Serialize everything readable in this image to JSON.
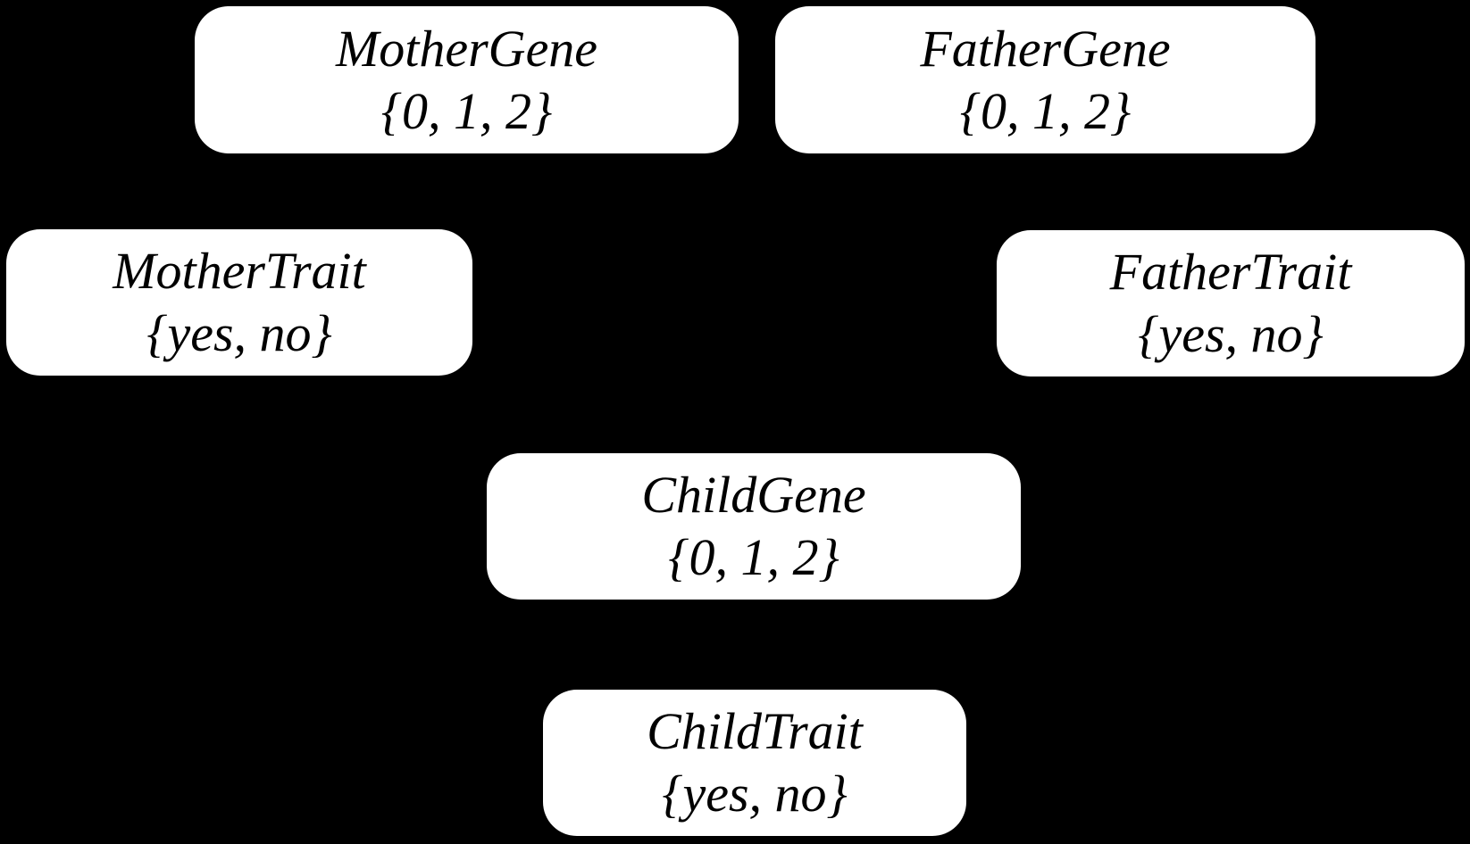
{
  "diagram": {
    "type": "bayesian-network",
    "background_color": "#000000",
    "node_fill_color": "#ffffff",
    "node_text_color": "#000000",
    "edges_visible": false,
    "nodes": [
      {
        "id": "mother-gene",
        "label": "MotherGene",
        "domain": "{0, 1, 2}"
      },
      {
        "id": "father-gene",
        "label": "FatherGene",
        "domain": "{0, 1, 2}"
      },
      {
        "id": "mother-trait",
        "label": "MotherTrait",
        "domain": "{yes, no}"
      },
      {
        "id": "father-trait",
        "label": "FatherTrait",
        "domain": "{yes, no}"
      },
      {
        "id": "child-gene",
        "label": "ChildGene",
        "domain": "{0, 1, 2}"
      },
      {
        "id": "child-trait",
        "label": "ChildTrait",
        "domain": "{yes, no}"
      }
    ]
  }
}
